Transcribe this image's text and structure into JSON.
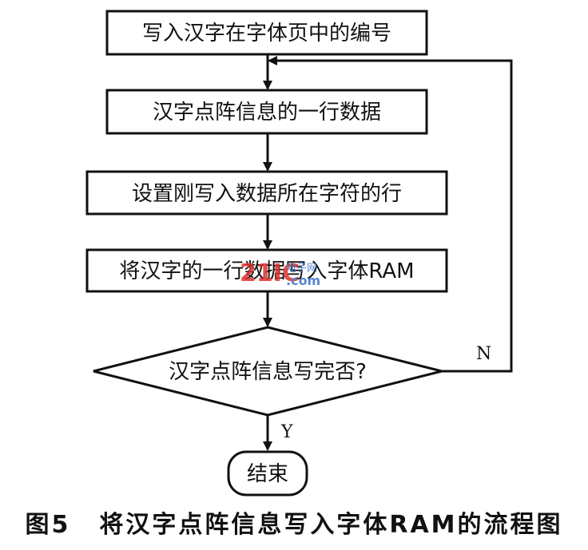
{
  "steps": [
    "写入汉字在字体页中的编号",
    "汉字点阵信息的一行数据",
    "设置刚写入数据所在字符的行",
    "将汉字的一行数据写入字体RAM"
  ],
  "decision": "汉字点阵信息写完否?",
  "branch_no": "N",
  "branch_yes": "Y",
  "end": "结束",
  "caption": {
    "number": "图5",
    "title": "将汉字点阵信息写入字体RAM的流程图"
  },
  "watermark": {
    "main": "21IC",
    "sub": "电子网",
    "domain": ".com"
  }
}
